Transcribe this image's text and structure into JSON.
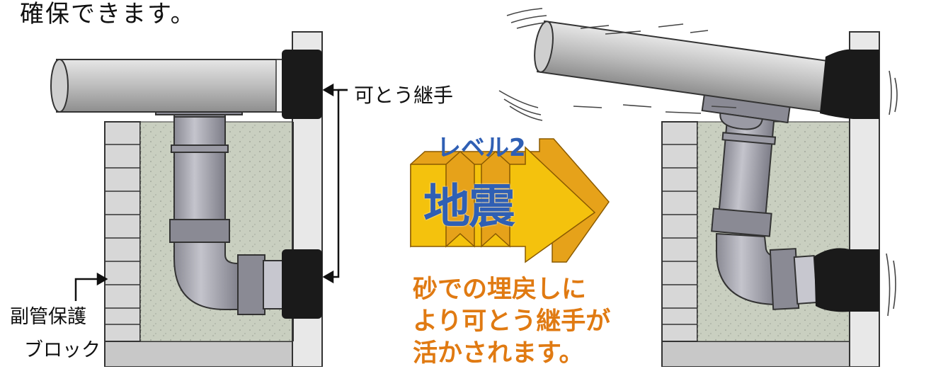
{
  "header": {
    "text": "確保できます。"
  },
  "labels": {
    "flexible_joint": "可とう継手",
    "block_line1": "副管保護",
    "block_line2": "ブロック"
  },
  "arrow": {
    "level": "レベル2",
    "quake": "地震"
  },
  "note": {
    "line1": "砂での埋戻しに",
    "line2": "より可とう継手が",
    "line3": "活かされます。"
  },
  "colors": {
    "pipe": "#bdbdbd",
    "joint": "#1a1a1a",
    "concrete": "#c9cfc0",
    "arrow_front": "#f4c20d",
    "arrow_side": "#e6a21a",
    "blue_text": "#2f5fb4",
    "orange_text": "#e07a12"
  }
}
